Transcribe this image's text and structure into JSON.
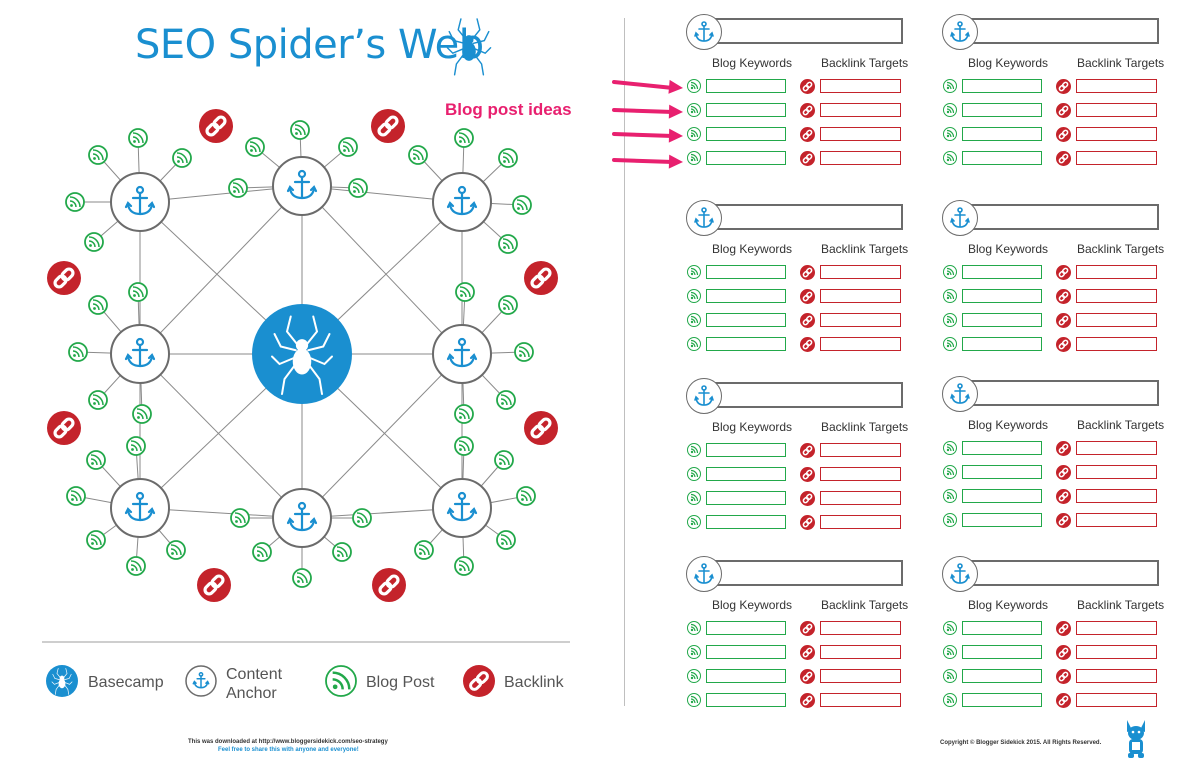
{
  "title": "SEO Spider’s Web",
  "callout": "Blog post ideas",
  "legend": {
    "basecamp": "Basecamp",
    "content_anchor_line1": "Content",
    "content_anchor_line2": "Anchor",
    "blog_post": "Blog Post",
    "backlink": "Backlink"
  },
  "footer": {
    "download_line": "This was downloaded at http://www.bloggersidekick.com/seo-strategy",
    "share_line": "Feel free to share this with anyone and everyone!",
    "copyright": "Copyright © Blogger Sidekick 2015. All Rights Reserved."
  },
  "panel_headers": {
    "keywords": "Blog Keywords",
    "backlinks": "Backlink Targets"
  },
  "panels": [
    {
      "id": "p1",
      "rows": 4
    },
    {
      "id": "p2",
      "rows": 4
    },
    {
      "id": "p3",
      "rows": 4
    },
    {
      "id": "p4",
      "rows": 4
    },
    {
      "id": "p5",
      "rows": 4
    },
    {
      "id": "p6",
      "rows": 4
    },
    {
      "id": "p7",
      "rows": 4
    },
    {
      "id": "p8",
      "rows": 4
    }
  ],
  "colors": {
    "blue": "#1a8fd0",
    "green": "#22a84a",
    "red": "#c4232b",
    "pink": "#e8206f",
    "gray": "#6b6b6b"
  },
  "icons": {
    "center": "spider-icon",
    "anchor": "anchor-icon",
    "blog": "rss-icon",
    "backlink": "chain-link-icon",
    "mascot": "dog-mascot-icon"
  }
}
